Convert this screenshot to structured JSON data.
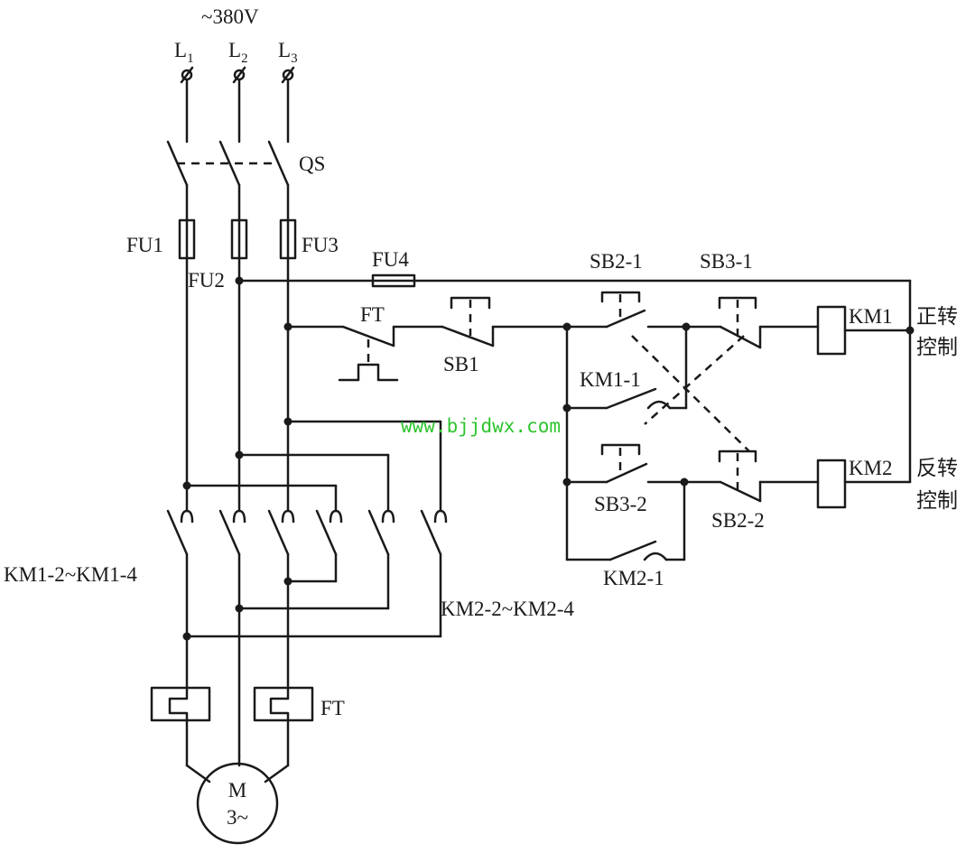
{
  "supply": {
    "voltage": "~380V",
    "phases": [
      {
        "letter": "L",
        "sub": "1"
      },
      {
        "letter": "L",
        "sub": "2"
      },
      {
        "letter": "L",
        "sub": "3"
      }
    ]
  },
  "labels": {
    "qs": "QS",
    "fu1": "FU1",
    "fu2": "FU2",
    "fu3": "FU3",
    "fu4": "FU4",
    "ft_ctrl": "FT",
    "ft_main": "FT",
    "sb1": "SB1",
    "sb2_1": "SB2-1",
    "sb3_1": "SB3-1",
    "sb3_2": "SB3-2",
    "sb2_2": "SB2-2",
    "km1_1": "KM1-1",
    "km2_1": "KM2-1",
    "km1_coil": "KM1",
    "km2_coil": "KM2",
    "fwd_1": "正转",
    "fwd_2": "控制",
    "rev_1": "反转",
    "rev_2": "控制",
    "km1_main": "KM1-2~KM1-4",
    "km2_main": "KM2-2~KM2-4",
    "motor_1": "M",
    "motor_2": "3~"
  },
  "watermark": "www.bjjdwx.com",
  "colors": {
    "line": "#1a1a1a",
    "watermark": "#2ec52e",
    "background": "#ffffff"
  }
}
